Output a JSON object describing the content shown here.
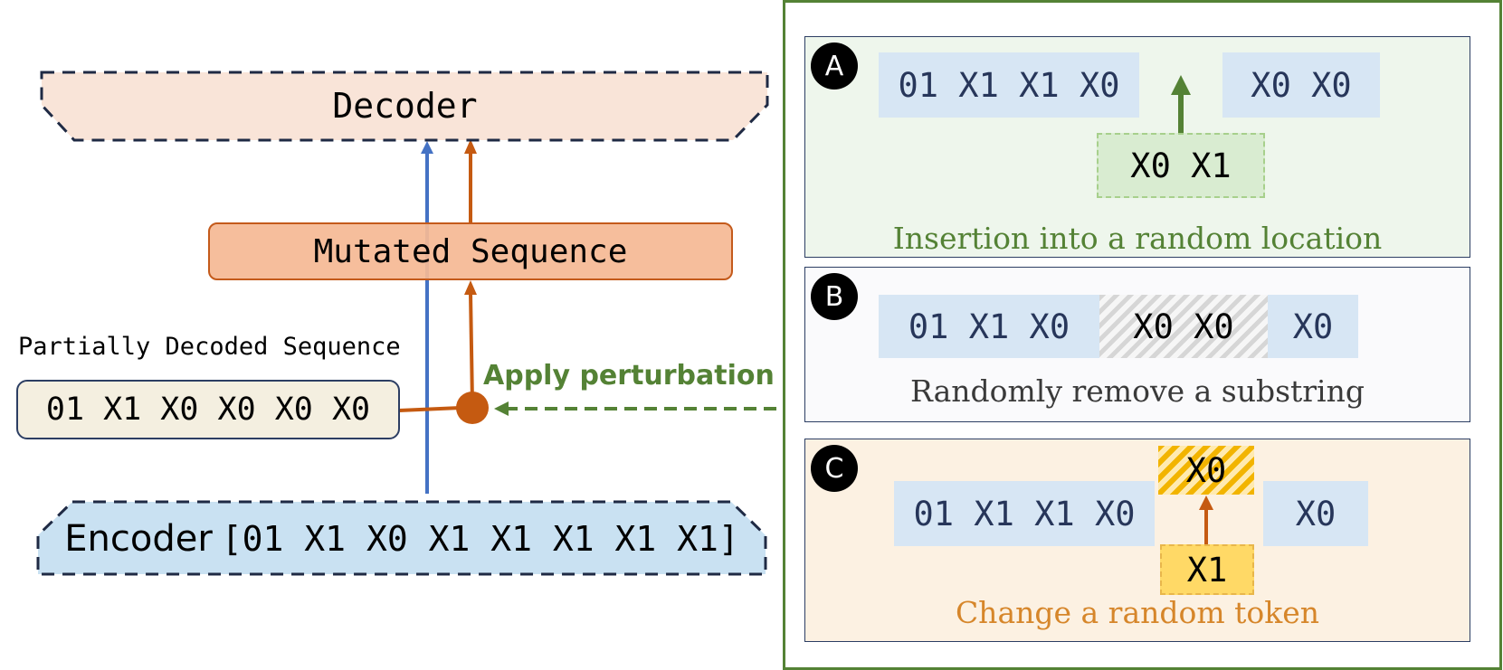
{
  "left": {
    "decoder_label": "Decoder",
    "mutated_label": "Mutated Sequence",
    "partial_title": "Partially Decoded Sequence",
    "partial_seq": "01 X1 X0 X0 X0 X0",
    "perturb_label": "Apply perturbation",
    "encoder_label": "Encoder",
    "encoder_seq": "[01 X1 X0 X1 X1 X1 X1 X1]"
  },
  "panels": {
    "a": {
      "badge": "A",
      "tok1": "01 X1 X1 X0",
      "tok2": "X0 X0",
      "inserted": "X0 X1",
      "caption": "Insertion into a random location"
    },
    "b": {
      "badge": "B",
      "tok1": "01 X1 X0",
      "removed": "X0 X0",
      "tok3": "X0",
      "caption": "Randomly remove a substring"
    },
    "c": {
      "badge": "C",
      "tok1": "01 X1 X1 X0",
      "changed": "X0",
      "tok3": "X0",
      "original": "X1",
      "caption": "Change a random token"
    }
  },
  "colors": {
    "decoder_fill": "#f9e4d8",
    "mutated_fill": "#f5b995",
    "mutated_border": "#c45a1b",
    "encoder_fill": "#c9e1f2",
    "partial_fill": "#f4efe0",
    "token_fill": "#d7e6f4",
    "token_text": "#27365a",
    "green": "#548235",
    "orange_arrow": "#c55a11",
    "blue_arrow": "#4472c4",
    "panel_a_fill": "#eef6ec",
    "panel_b_fill": "#fafafc",
    "panel_c_fill": "#fcf1e2",
    "caption_a": "#548235",
    "caption_b": "#3a3a3a",
    "caption_c": "#d6862a",
    "highlight_yellow": "#ffd966"
  }
}
